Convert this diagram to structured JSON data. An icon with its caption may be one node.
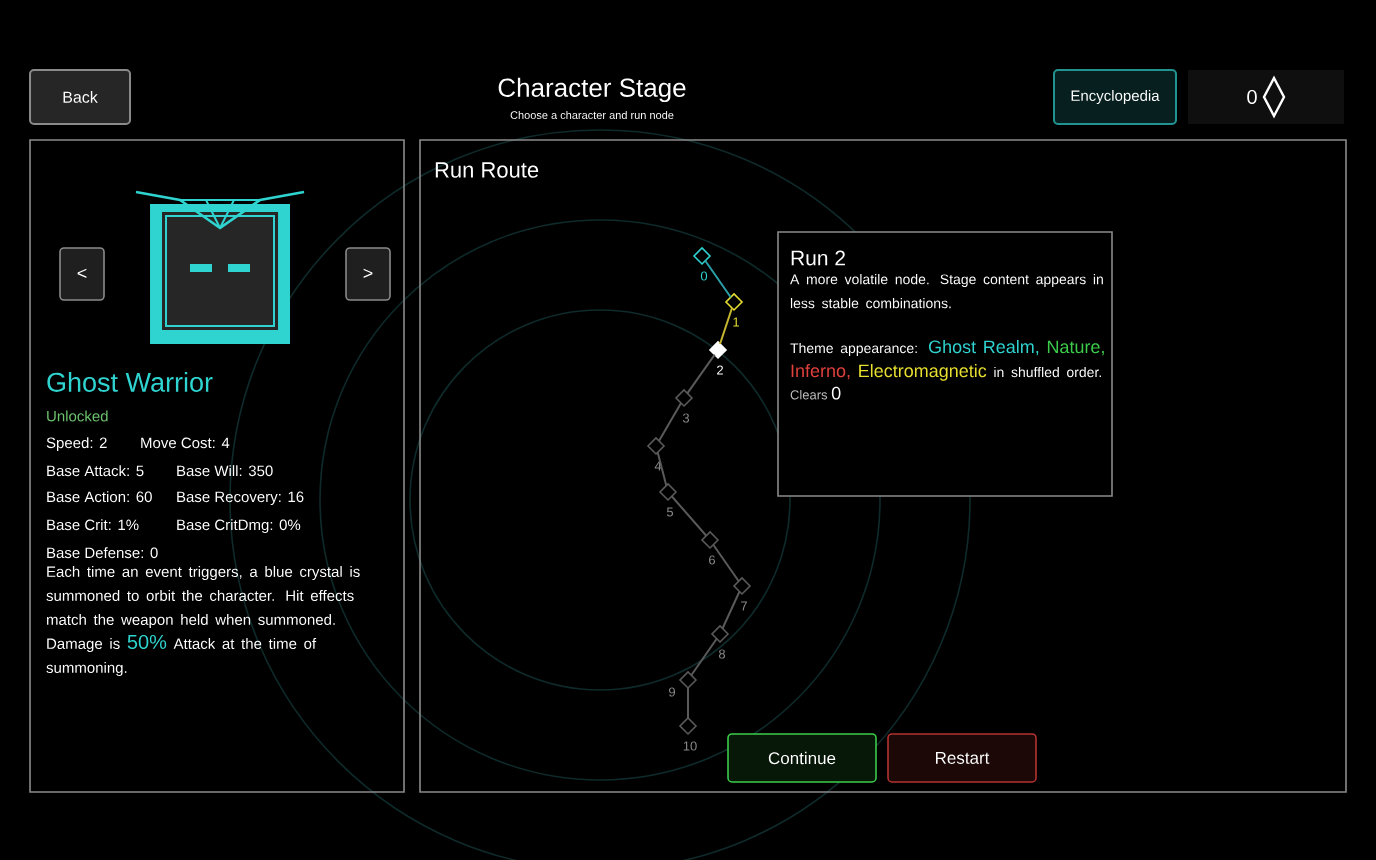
{
  "diagram": {
    "title": "Character Stage",
    "nodes": [
      {
        "text": [
          "Back"
        ]
      },
      {
        "text": [
          "Encyclopedia"
        ]
      },
      {
        "text": [
          "0"
        ]
      },
      {
        "text": [
          "Ghost Warrior",
          "Unlocked",
          "Speed: 2",
          "Move Cost: 4",
          "Base Attack: 5",
          "Base Will: 350",
          "Base Action: 60",
          "Base Recovery: 16",
          "Base Crit: 1%",
          "Base CritDmg: 0%",
          "Base Defense: 0",
          "Each time an event triggers, a blue crystal is summoned to orbit the character. Hit effects match the weapon held when summoned. Damage is",
          "50%",
          "Attack at the time of summoning."
        ]
      },
      {
        "text": [
          "<"
        ],
        "in": 3
      },
      {
        "text": [
          ">"
        ],
        "in": 3
      },
      {
        "text": [],
        "shape": "picture",
        "in": 3
      },
      {
        "text": [
          "Run Route"
        ]
      },
      {
        "text": [],
        "shape": "diamond",
        "in": 7,
        "beside": [
          "0"
        ]
      },
      {
        "text": [],
        "shape": "diamond",
        "in": 7,
        "beside": [
          "1"
        ]
      },
      {
        "text": [],
        "shape": "diamond",
        "in": 7,
        "beside": [
          "2"
        ]
      },
      {
        "text": [],
        "shape": "diamond",
        "in": 7,
        "beside": [
          "3"
        ]
      },
      {
        "text": [],
        "shape": "diamond",
        "in": 7,
        "beside": [
          "4"
        ]
      },
      {
        "text": [],
        "shape": "diamond",
        "in": 7,
        "beside": [
          "5"
        ]
      },
      {
        "text": [],
        "shape": "diamond",
        "in": 7,
        "beside": [
          "6"
        ]
      },
      {
        "text": [],
        "shape": "diamond",
        "in": 7,
        "beside": [
          "7"
        ]
      },
      {
        "text": [],
        "shape": "diamond",
        "in": 7,
        "beside": [
          "8"
        ]
      },
      {
        "text": [],
        "shape": "diamond",
        "in": 7,
        "beside": [
          "9"
        ]
      },
      {
        "text": [],
        "shape": "diamond",
        "in": 7,
        "beside": [
          "10"
        ]
      },
      {
        "text": [
          "Run 2",
          "A more volatile node. Stage content appears in less stable combinations.",
          "Theme appearance:",
          "Ghost Realm,",
          "Nature,",
          "Inferno,",
          "Electromagnetic",
          "in shuffled order.",
          "Clears",
          "0"
        ],
        "in": 7
      },
      {
        "text": [
          "Continue"
        ],
        "in": 7
      },
      {
        "text": [
          "Restart"
        ],
        "in": 7
      }
    ],
    "edges": [
      {
        "from": 8,
        "to": 9,
        "arrow": "none",
        "color": "#2a9fa8"
      },
      {
        "from": 9,
        "to": 10,
        "arrow": "none",
        "color": "#c8b830"
      },
      {
        "from": 10,
        "to": 11,
        "arrow": "none"
      },
      {
        "from": 11,
        "to": 12,
        "arrow": "none"
      },
      {
        "from": 12,
        "to": 13,
        "arrow": "none"
      },
      {
        "from": 13,
        "to": 14,
        "arrow": "none"
      },
      {
        "from": 14,
        "to": 15,
        "arrow": "none"
      },
      {
        "from": 15,
        "to": 16,
        "arrow": "none"
      },
      {
        "from": 16,
        "to": 17,
        "arrow": "none"
      },
      {
        "from": 17,
        "to": 18,
        "arrow": "none"
      }
    ],
    "labels": [
      "Choose a character and run node"
    ]
  }
}
